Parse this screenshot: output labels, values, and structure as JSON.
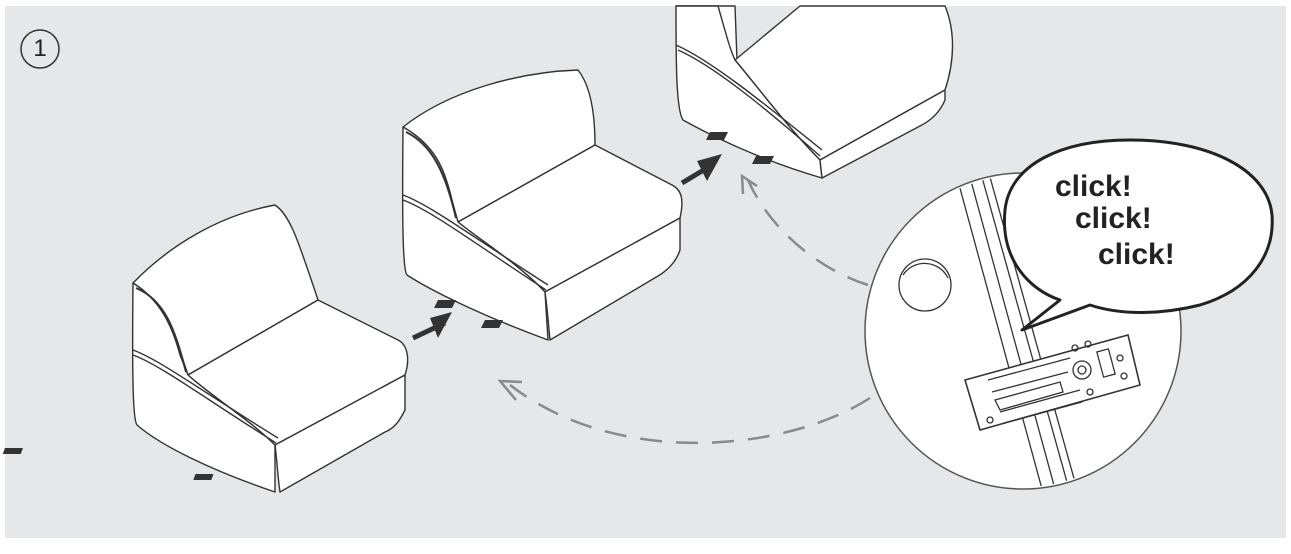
{
  "step": {
    "number": "1"
  },
  "callout": {
    "lines": [
      "click!",
      "click!",
      "click!"
    ]
  },
  "colors": {
    "background": "#e6e7e9",
    "line": "#333333",
    "dashed_arrow": "#8a8a8a",
    "arrow": "#333333"
  }
}
